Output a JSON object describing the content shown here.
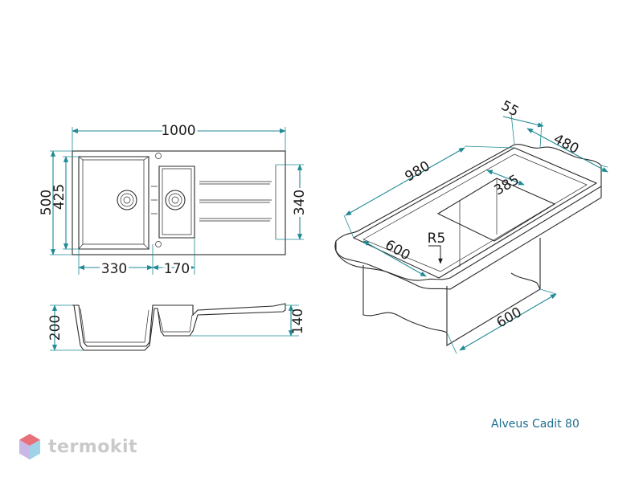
{
  "dimensions": {
    "top_width": "1000",
    "top_height": "500",
    "top_inner_height": "425",
    "drainer_height": "340",
    "main_bowl_width": "330",
    "small_bowl_width": "170",
    "side_depth_main": "200",
    "side_depth_small": "140",
    "iso_flange": "55",
    "iso_depth": "480",
    "iso_length": "980",
    "iso_bowl": "385",
    "iso_radius": "R5",
    "iso_cabinet_depth": "600",
    "iso_cabinet_width": "600"
  },
  "caption": "Alveus Cadit 80",
  "brand": {
    "name": "termokit",
    "logo_colors": [
      "#e8707a",
      "#c9b7e6",
      "#9fd3e8"
    ]
  },
  "colors": {
    "dimension_line": "#1f8a96",
    "outline": "#2a2a2a",
    "caption": "#1e6f8f"
  }
}
